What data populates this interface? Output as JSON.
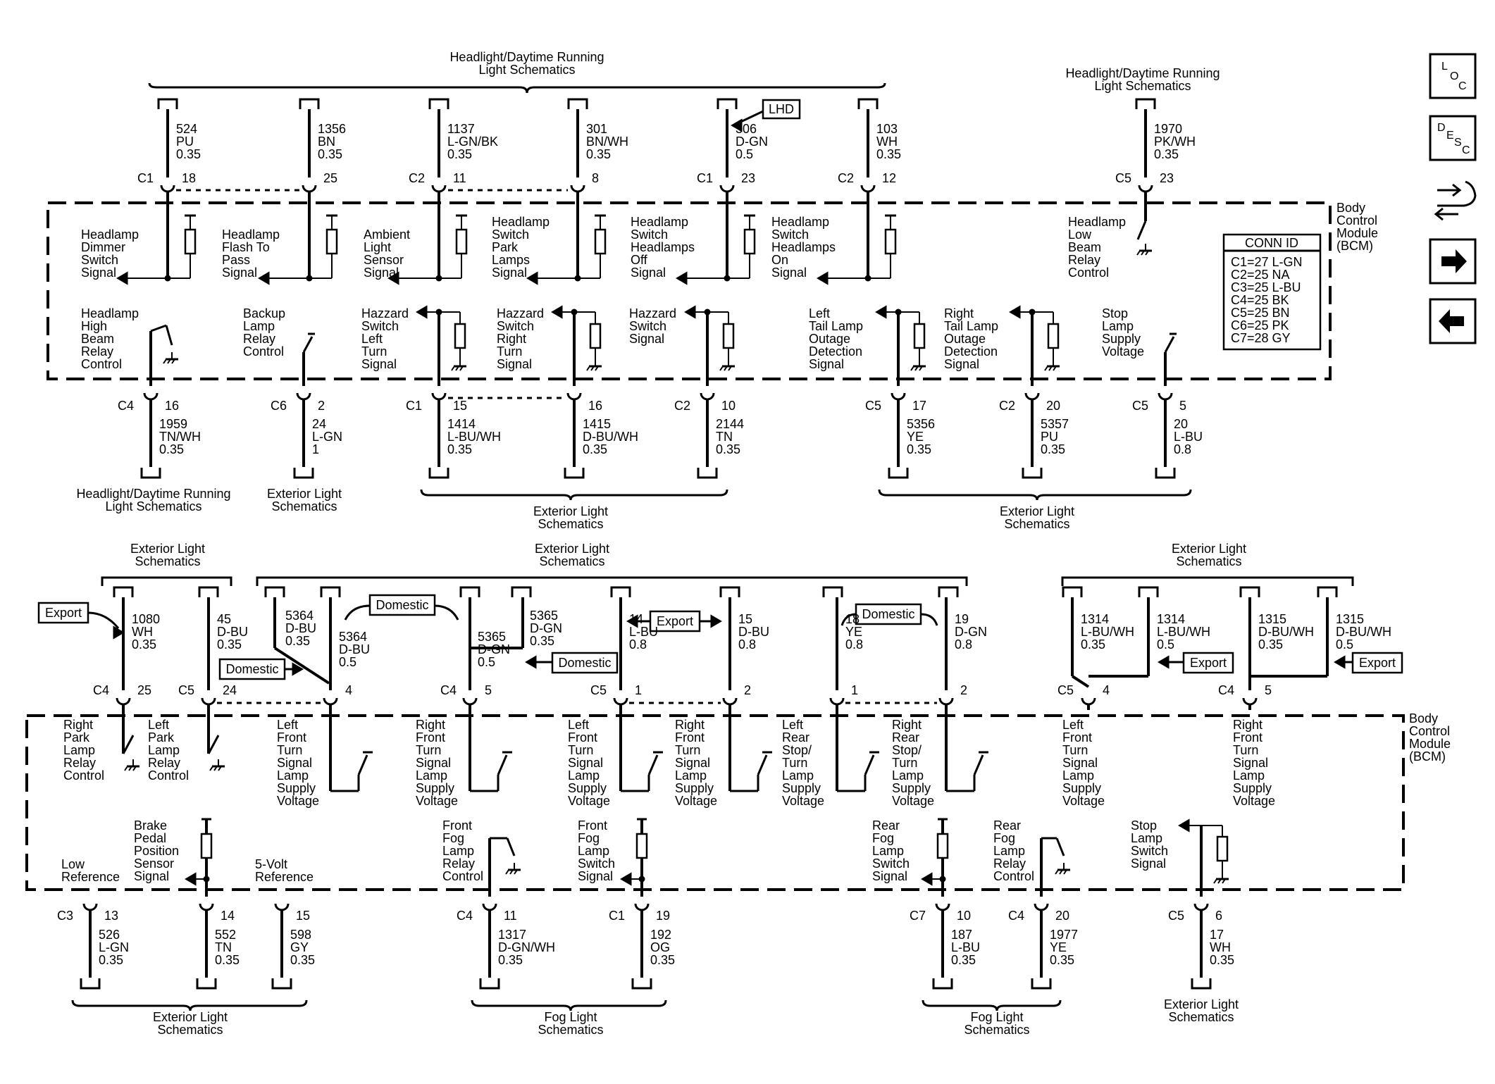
{
  "labels": {
    "top": {
      "ref_hdl_top_a": [
        "Headlight/Daytime Running",
        "Light Schematics"
      ],
      "ref_hdl_top_b": [
        "Headlight/Daytime Running",
        "Light Schematics"
      ],
      "bcm_a": [
        "Body",
        "Control",
        "Module",
        "(BCM)"
      ],
      "conn_id_title": "CONN ID",
      "conn_id": [
        "C1=27 L-GN",
        "C2=25 NA",
        "C3=25 L-BU",
        "C4=25 BK",
        "C5=25 BN",
        "C6=25 PK",
        "C7=28 GY"
      ],
      "lhd": "LHD",
      "w524": [
        "524",
        "PU",
        "0.35"
      ],
      "c1_18": [
        "C1",
        "18"
      ],
      "w1356": [
        "1356",
        "BN",
        "0.35"
      ],
      "c_25": "25",
      "w1137": [
        "1137",
        "L-GN/BK",
        "0.35"
      ],
      "c2_11": [
        "C2",
        "11"
      ],
      "w301": [
        "301",
        "BN/WH",
        "0.35"
      ],
      "c_8": "8",
      "w306": [
        "306",
        "D-GN",
        "0.5"
      ],
      "c1_23": [
        "C1",
        "23"
      ],
      "w103": [
        "103",
        "WH",
        "0.35"
      ],
      "c2_12": [
        "C2",
        "12"
      ],
      "w1970": [
        "1970",
        "PK/WH",
        "0.35"
      ],
      "c5_23": [
        "C5",
        "23"
      ],
      "sig_dimmer": [
        "Headlamp",
        "Dimmer",
        "Switch",
        "Signal"
      ],
      "sig_flash": [
        "Headlamp",
        "Flash To",
        "Pass",
        "Signal"
      ],
      "sig_ambient": [
        "Ambient",
        "Light",
        "Sensor",
        "Signal"
      ],
      "sig_park": [
        "Headlamp",
        "Switch",
        "Park",
        "Lamps",
        "Signal"
      ],
      "sig_off": [
        "Headlamp",
        "Switch",
        "Headlamps",
        "Off",
        "Signal"
      ],
      "sig_on": [
        "Headlamp",
        "Switch",
        "Headlamps",
        "On",
        "Signal"
      ],
      "sig_lowbeam": [
        "Headlamp",
        "Low",
        "Beam",
        "Relay",
        "Control"
      ],
      "sig_highbeam": [
        "Headlamp",
        "High",
        "Beam",
        "Relay",
        "Control"
      ],
      "sig_backup": [
        "Backup",
        "Lamp",
        "Relay",
        "Control"
      ],
      "sig_hz_left": [
        "Hazzard",
        "Switch",
        "Left",
        "Turn",
        "Signal"
      ],
      "sig_hz_right": [
        "Hazzard",
        "Switch",
        "Right",
        "Turn",
        "Signal"
      ],
      "sig_hz": [
        "Hazzard",
        "Switch",
        "Signal"
      ],
      "sig_ltail": [
        "Left",
        "Tail Lamp",
        "Outage",
        "Detection",
        "Signal"
      ],
      "sig_rtail": [
        "Right",
        "Tail Lamp",
        "Outage",
        "Detection",
        "Signal"
      ],
      "sig_stopv": [
        "Stop",
        "Lamp",
        "Supply",
        "Voltage"
      ],
      "c4_16": [
        "C4",
        "16"
      ],
      "w1959": [
        "1959",
        "TN/WH",
        "0.35"
      ],
      "c6_2": [
        "C6",
        "2"
      ],
      "w24": [
        "24",
        "L-GN",
        "1"
      ],
      "c1_15": [
        "C1",
        "15"
      ],
      "w1414": [
        "1414",
        "L-BU/WH",
        "0.35"
      ],
      "c_16": "16",
      "w1415": [
        "1415",
        "D-BU/WH",
        "0.35"
      ],
      "c2_10": [
        "C2",
        "10"
      ],
      "w2144": [
        "2144",
        "TN",
        "0.35"
      ],
      "c5_17": [
        "C5",
        "17"
      ],
      "w5356": [
        "5356",
        "YE",
        "0.35"
      ],
      "c2_20": [
        "C2",
        "20"
      ],
      "w5357": [
        "5357",
        "PU",
        "0.35"
      ],
      "c5_5": [
        "C5",
        "5"
      ],
      "w20": [
        "20",
        "L-BU",
        "0.8"
      ],
      "ref_hdl_bot": [
        "Headlight/Daytime Running",
        "Light Schematics"
      ],
      "ref_ext_a": [
        "Exterior Light",
        "Schematics"
      ],
      "ref_ext_b": [
        "Exterior Light",
        "Schematics"
      ],
      "ref_ext_c": [
        "Exterior Light",
        "Schematics"
      ]
    },
    "bottom": {
      "ref_ext_d": [
        "Exterior Light",
        "Schematics"
      ],
      "ref_ext_e": [
        "Exterior Light",
        "Schematics"
      ],
      "ref_ext_f": [
        "Exterior Light",
        "Schematics"
      ],
      "bcm_b": [
        "Body",
        "Control",
        "Module",
        "(BCM)"
      ],
      "export": "Export",
      "domestic": "Domestic",
      "w1080": [
        "1080",
        "WH",
        "0.35"
      ],
      "c4_25": [
        "C4",
        "25"
      ],
      "w45": [
        "45",
        "D-BU",
        "0.35"
      ],
      "c5_24": [
        "C5",
        "24"
      ],
      "w5364a": [
        "5364",
        "D-BU",
        "0.35"
      ],
      "w5364b": [
        "5364",
        "D-BU",
        "0.5"
      ],
      "c_4a": "4",
      "w5365a": [
        "5365",
        "D-GN",
        "0.5"
      ],
      "w5365b": [
        "5365",
        "D-GN",
        "0.35"
      ],
      "c4_5": [
        "C4",
        "5"
      ],
      "w14": [
        "14",
        "L-BU",
        "0.8"
      ],
      "c5_1": [
        "C5",
        "1"
      ],
      "w15": [
        "15",
        "D-BU",
        "0.8"
      ],
      "c_2a": "2",
      "w18": [
        "18",
        "YE",
        "0.8"
      ],
      "c_1b": "1",
      "w19": [
        "19",
        "D-GN",
        "0.8"
      ],
      "c_2b": "2",
      "w1314a": [
        "1314",
        "L-BU/WH",
        "0.35"
      ],
      "w1314b": [
        "1314",
        "L-BU/WH",
        "0.5"
      ],
      "c5_4": [
        "C5",
        "4"
      ],
      "w1315a": [
        "1315",
        "D-BU/WH",
        "0.35"
      ],
      "w1315b": [
        "1315",
        "D-BU/WH",
        "0.5"
      ],
      "c4_5b": [
        "C4",
        "5"
      ],
      "sig_rpark": [
        "Right",
        "Park",
        "Lamp",
        "Relay",
        "Control"
      ],
      "sig_lpark": [
        "Left",
        "Park",
        "Lamp",
        "Relay",
        "Control"
      ],
      "sig_lft": [
        "Left",
        "Front",
        "Turn",
        "Signal",
        "Lamp",
        "Supply",
        "Voltage"
      ],
      "sig_rft": [
        "Right",
        "Front",
        "Turn",
        "Signal",
        "Lamp",
        "Supply",
        "Voltage"
      ],
      "sig_lft2": [
        "Left",
        "Front",
        "Turn",
        "Signal",
        "Lamp",
        "Supply",
        "Voltage"
      ],
      "sig_rft2": [
        "Right",
        "Front",
        "Turn",
        "Signal",
        "Lamp",
        "Supply",
        "Voltage"
      ],
      "sig_lrear": [
        "Left",
        "Rear",
        "Stop/",
        "Turn",
        "Lamp",
        "Supply",
        "Voltage"
      ],
      "sig_rrear": [
        "Right",
        "Rear",
        "Stop/",
        "Turn",
        "Lamp",
        "Supply",
        "Voltage"
      ],
      "sig_lft3": [
        "Left",
        "Front",
        "Turn",
        "Signal",
        "Lamp",
        "Supply",
        "Voltage"
      ],
      "sig_rft3": [
        "Right",
        "Front",
        "Turn",
        "Signal",
        "Lamp",
        "Supply",
        "Voltage"
      ],
      "sig_lowref": [
        "Low",
        "Reference"
      ],
      "sig_brake": [
        "Brake",
        "Pedal",
        "Position",
        "Sensor",
        "Signal"
      ],
      "sig_5v": [
        "5-Volt",
        "Reference"
      ],
      "sig_ffog_relay": [
        "Front",
        "Fog",
        "Lamp",
        "Relay",
        "Control"
      ],
      "sig_ffog_sw": [
        "Front",
        "Fog",
        "Lamp",
        "Switch",
        "Signal"
      ],
      "sig_rfog_sw": [
        "Rear",
        "Fog",
        "Lamp",
        "Switch",
        "Signal"
      ],
      "sig_rfog_relay": [
        "Rear",
        "Fog",
        "Lamp",
        "Relay",
        "Control"
      ],
      "sig_stopsw": [
        "Stop",
        "Lamp",
        "Switch",
        "Signal"
      ],
      "c3_13": [
        "C3",
        "13"
      ],
      "w526": [
        "526",
        "L-GN",
        "0.35"
      ],
      "c_14": "14",
      "w552": [
        "552",
        "TN",
        "0.35"
      ],
      "c_15": "15",
      "w598": [
        "598",
        "GY",
        "0.35"
      ],
      "c4_11": [
        "C4",
        "11"
      ],
      "w1317": [
        "1317",
        "D-GN/WH",
        "0.35"
      ],
      "c1_19": [
        "C1",
        "19"
      ],
      "w192": [
        "192",
        "OG",
        "0.35"
      ],
      "c7_10": [
        "C7",
        "10"
      ],
      "w187": [
        "187",
        "L-BU",
        "0.35"
      ],
      "c4_20": [
        "C4",
        "20"
      ],
      "w1977": [
        "1977",
        "YE",
        "0.35"
      ],
      "c5_6": [
        "C5",
        "6"
      ],
      "w17": [
        "17",
        "WH",
        "0.35"
      ],
      "ref_ext_g": [
        "Exterior Light",
        "Schematics"
      ],
      "ref_fog_a": [
        "Fog Light",
        "Schematics"
      ],
      "ref_fog_b": [
        "Fog Light",
        "Schematics"
      ],
      "ref_ext_h": [
        "Exterior Light",
        "Schematics"
      ]
    }
  },
  "nav": {
    "loc": [
      "L",
      "O",
      "C"
    ],
    "desc": [
      "D",
      "E",
      "S",
      "C"
    ],
    "loc_icon": "location-icon",
    "desc_icon": "description-icon",
    "tools_icon": "wrench-icon",
    "next_icon": "arrow-right-icon",
    "prev_icon": "arrow-left-icon"
  }
}
